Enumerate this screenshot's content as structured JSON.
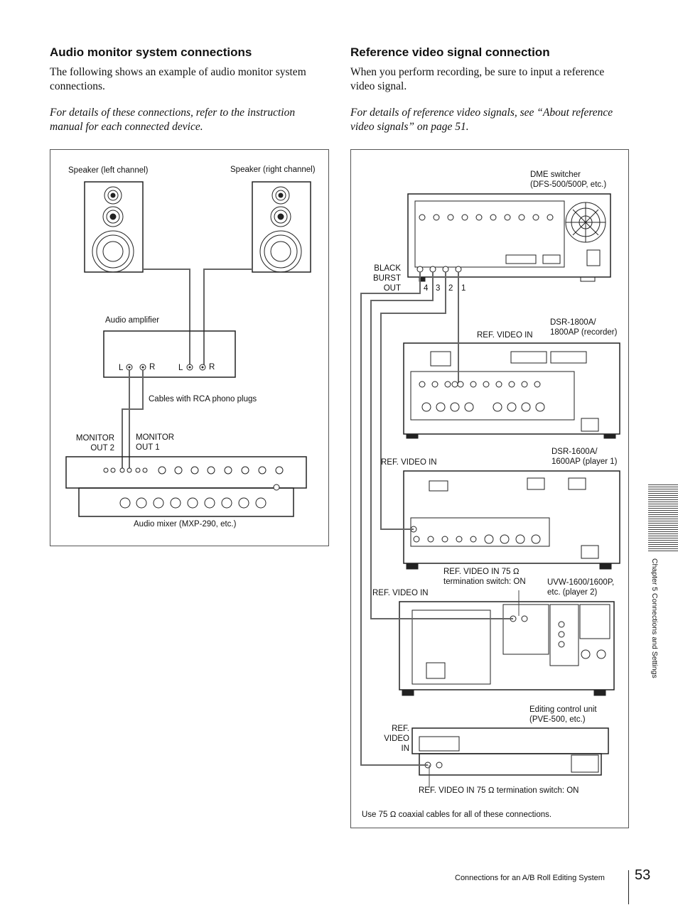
{
  "left": {
    "heading": "Audio monitor system connections",
    "intro": "The following shows an example of audio monitor system connections.",
    "note": "For details of these connections, refer to the instruction manual for each connected device.",
    "diagram": {
      "speaker_left": "Speaker (left channel)",
      "speaker_right": "Speaker (right channel)",
      "amplifier": "Audio amplifier",
      "cables": "Cables with RCA phono plugs",
      "monitor_out2": "MONITOR OUT 2",
      "monitor_out1": "MONITOR OUT 1",
      "mixer": "Audio mixer (MXP-290, etc.)",
      "l": "L",
      "r": "R"
    }
  },
  "right": {
    "heading": "Reference video signal connection",
    "intro": "When you perform recording, be sure to input a reference video signal.",
    "note": "For details of reference video signals, see “About reference video signals” on page 51.",
    "diagram": {
      "dme_line1": "DME switcher",
      "dme_line2": "(DFS-500/500P, etc.)",
      "black_burst_l1": "BLACK",
      "black_burst_l2": "BURST",
      "black_burst_l3": "OUT",
      "port_numbers": [
        "4",
        "3",
        "2",
        "1"
      ],
      "ref_video_in": "REF. VIDEO IN",
      "dsr1800_l1": "DSR-1800A/",
      "dsr1800_l2": "1800AP (recorder)",
      "dsr1600_l1": "DSR-1600A/",
      "dsr1600_l2": "1600AP (player 1)",
      "ref_term_l1": "REF. VIDEO IN 75 Ω",
      "ref_term_l2": "termination switch: ON",
      "uvw_l1": "UVW-1600/1600P,",
      "uvw_l2": "etc. (player 2)",
      "editor_l1": "Editing control unit",
      "editor_l2": "(PVE-500, etc.)",
      "ref_l1": "REF.",
      "ref_l2": "VIDEO",
      "ref_l3": "IN",
      "ref_term_full": "REF. VIDEO IN 75 Ω termination switch: ON",
      "footer_note": "Use 75 Ω coaxial cables for all of these connections."
    }
  },
  "side_tab": "Chapter 5   Connections and Settings",
  "footer": {
    "section": "Connections for an A/B Roll Editing System",
    "page_number": "53"
  }
}
